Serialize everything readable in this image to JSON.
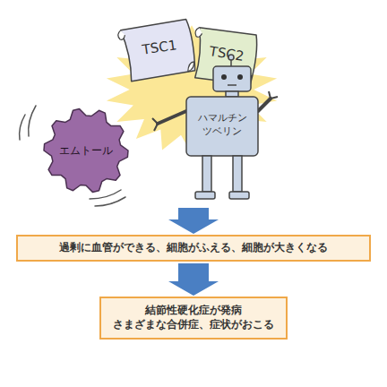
{
  "diagram": {
    "nodes": [
      {
        "text": [
          "TSC1"
        ]
      },
      {
        "text": [
          "TSC2"
        ]
      },
      {
        "text": [
          "エムトール"
        ]
      },
      {
        "text": [
          "ハマルチン ツベリン"
        ]
      },
      {
        "text": [
          "過剰に血管ができる、細胞がふえる、細胞が大きくなる"
        ]
      },
      {
        "text": [
          "結節性硬化症が発病",
          "さまざまな合併症、症状がおこる"
        ]
      }
    ],
    "edges": [
      {
        "from": 3,
        "to": 4,
        "arrow": "to"
      },
      {
        "from": 4,
        "to": 5,
        "arrow": "to"
      }
    ]
  }
}
